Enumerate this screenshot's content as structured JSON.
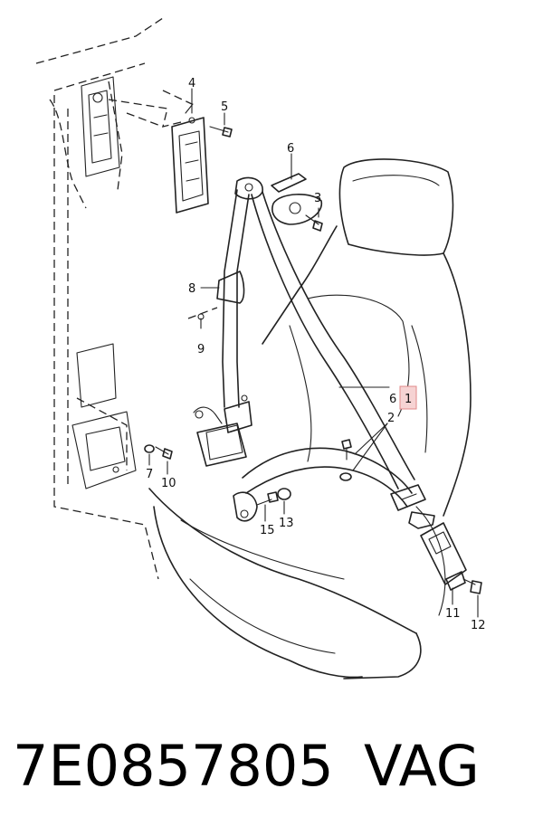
{
  "callouts": {
    "c1": "1",
    "c2": "2",
    "c3": "3",
    "c4": "4",
    "c5": "5",
    "c6a": "6",
    "c6b": "6",
    "c7": "7",
    "c8": "8",
    "c9": "9",
    "c10": "10",
    "c11": "11",
    "c12": "12",
    "c13": "13",
    "c15": "15"
  },
  "caption": {
    "part_number": "7E0857805",
    "brand": "VAG"
  },
  "colors": {
    "highlight_fill": "#f6d3d3",
    "highlight_stroke": "#e08a8a",
    "line": "#222222"
  }
}
